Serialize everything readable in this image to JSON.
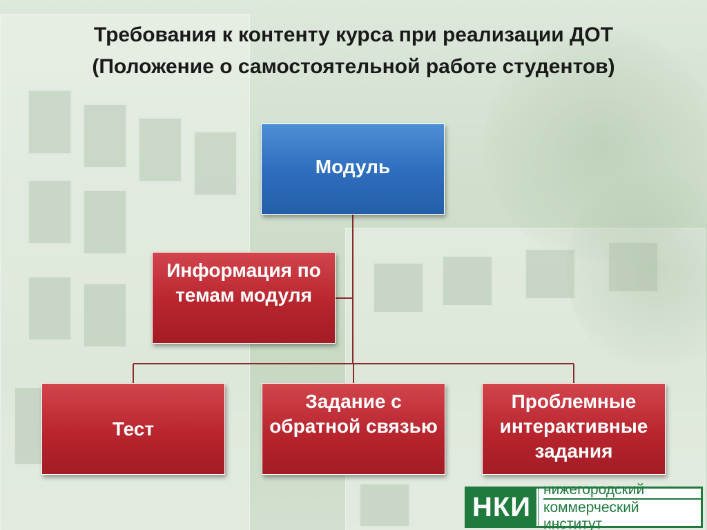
{
  "slide": {
    "title": "Требования к контенту курса при реализации ДОТ (Положение о самостоятельной работе студентов)"
  },
  "diagram": {
    "nodes": [
      {
        "id": "module",
        "label": "Модуль",
        "color": "#2f6fbf"
      },
      {
        "id": "info",
        "label": "Информация по темам модуля",
        "color": "#b8252e"
      },
      {
        "id": "test",
        "label": "Тест",
        "color": "#b8252e"
      },
      {
        "id": "task",
        "label": "Задание с обратной связью",
        "color": "#b8252e"
      },
      {
        "id": "problem",
        "label": "Проблемные интерактивные задания",
        "color": "#b8252e"
      }
    ],
    "edges": [
      {
        "from": "module",
        "to": "info"
      },
      {
        "from": "module",
        "to": "test"
      },
      {
        "from": "module",
        "to": "task"
      },
      {
        "from": "module",
        "to": "problem"
      }
    ],
    "connector_color": "#8b2a2a"
  },
  "logo": {
    "mark": "НКИ",
    "line1": "нижегородский",
    "line2": "коммерческий институт",
    "color": "#1f7a3e"
  }
}
